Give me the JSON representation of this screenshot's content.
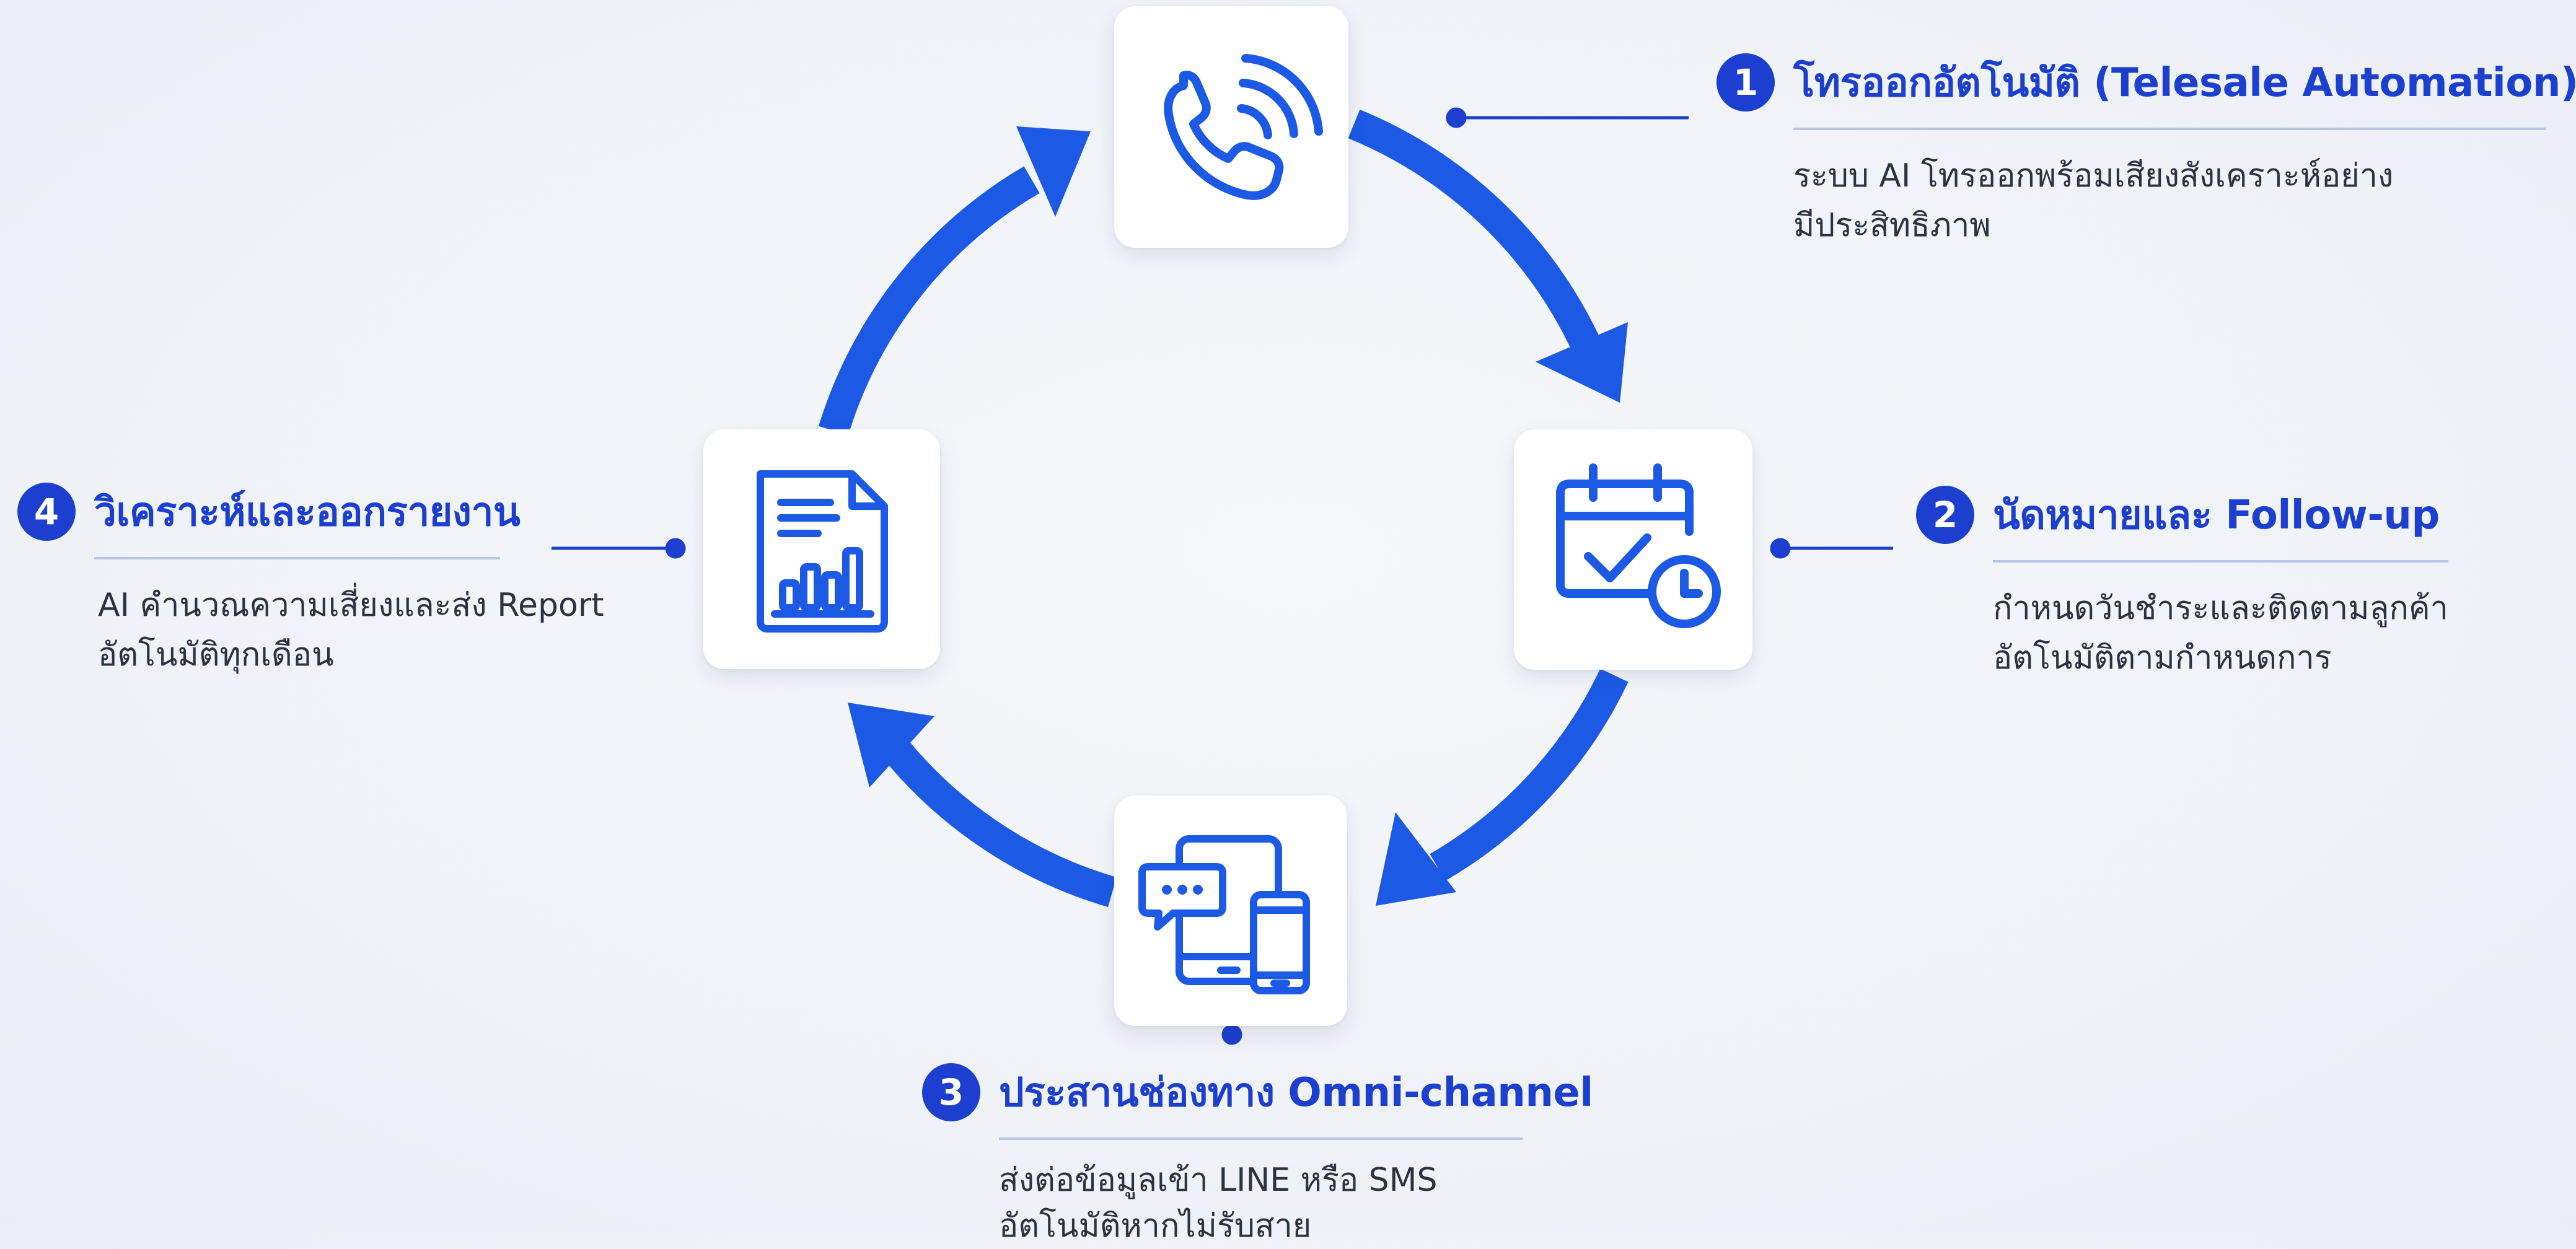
{
  "colors": {
    "accent": "#1c5ae6",
    "title": "#1c3fcf",
    "badge": "#1c3fcf",
    "body_text": "#2b3340",
    "card": "#ffffff",
    "background": "#eef1f6"
  },
  "cycle": {
    "direction": "clockwise",
    "icons": [
      "phone-icon",
      "calendar-clock-icon",
      "chat-tablet-phone-icon",
      "report-chart-icon"
    ]
  },
  "steps": [
    {
      "number": "1",
      "title": "โทรออกอัตโนมัติ (Telesale Automation)",
      "desc": [
        "ระบบ AI โทรออกพร้อมเสียงสังเคราะห์อย่าง",
        "มีประสิทธิภาพ"
      ]
    },
    {
      "number": "2",
      "title": "นัดหมายและ Follow-up",
      "desc": [
        "กำหนดวันชำระและติดตามลูกค้า",
        "อัตโนมัติตามกำหนดการ"
      ]
    },
    {
      "number": "3",
      "title": "ประสานช่องทาง Omni-channel",
      "desc": [
        "ส่งต่อข้อมูลเข้า LINE หรือ SMS",
        "อัตโนมัติหากไม่รับสาย"
      ]
    },
    {
      "number": "4",
      "title": "วิเคราะห์และออกรายงาน",
      "desc": [
        "AI คำนวณความเสี่ยงและส่ง Report",
        "อัตโนมัติทุกเดือน"
      ]
    }
  ]
}
